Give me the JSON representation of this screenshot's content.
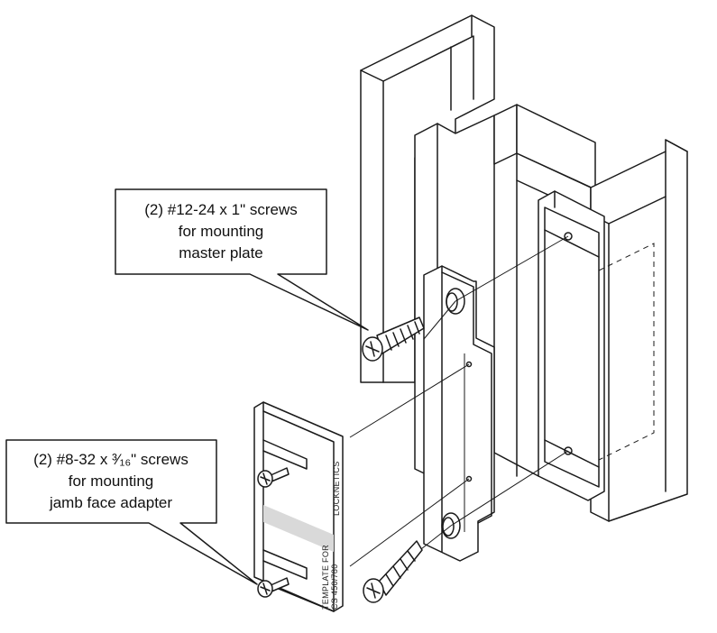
{
  "callouts": {
    "master_plate_screws": {
      "line1": "(2) #12-24 x 1\" screws",
      "line2": "for mounting",
      "line3": "master plate"
    },
    "jamb_adapter_screws": {
      "line1": "(2) #8-32 x ³⁄₁₆\" screws",
      "line2": "for mounting",
      "line3": "jamb face adapter"
    }
  },
  "template_plate": {
    "brand": "LOCKNETICS",
    "template_line1": "TEMPLATE FOR",
    "template_line2": "CS 450/780"
  }
}
